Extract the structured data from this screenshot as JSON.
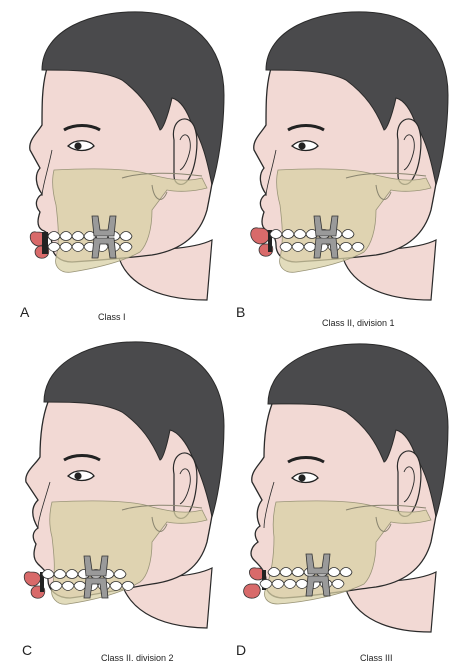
{
  "colors": {
    "skin": "#f2d9d4",
    "hair": "#4a4a4c",
    "bone": "#d8d0a6",
    "outline": "#2a2a2a",
    "lip": "#d86a6a",
    "tooth": "#ffffff",
    "molar": "#9a9a9a"
  },
  "panels": [
    {
      "letter": "A",
      "caption": "Class I",
      "classification": "class-1"
    },
    {
      "letter": "B",
      "caption": "Class II, division 1",
      "classification": "class-2-div-1"
    },
    {
      "letter": "C",
      "caption": "Class II. division 2",
      "classification": "class-2-div-2"
    },
    {
      "letter": "D",
      "caption": "Class III",
      "classification": "class-3"
    }
  ]
}
